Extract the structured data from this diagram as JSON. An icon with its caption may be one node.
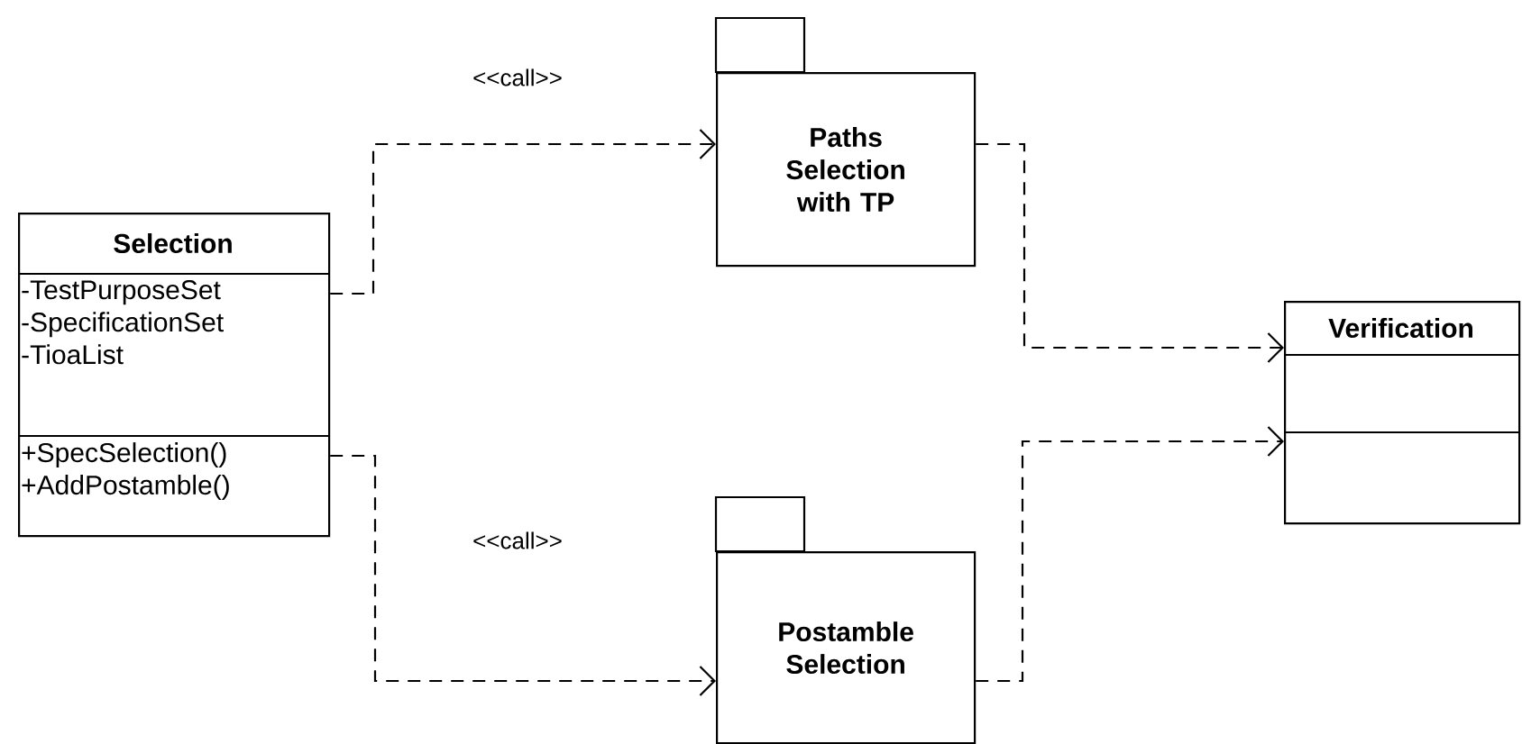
{
  "diagram": {
    "nodes": [
      {
        "text": [
          "Selection",
          "-TestPurposeSet -SpecificationSet -TioaList",
          "+SpecSelection() +AddPostamble()"
        ]
      },
      {
        "text": [
          "Paths Selection with TP"
        ]
      },
      {
        "text": [
          "Postamble Selection"
        ]
      },
      {
        "text": [
          "Verification"
        ]
      }
    ],
    "edges": [
      {
        "from": 0,
        "to": 1,
        "arrow": "to",
        "style": "dashed",
        "label": "<<call>>"
      },
      {
        "from": 0,
        "to": 2,
        "arrow": "to",
        "style": "dashed",
        "label": "<<call>>"
      },
      {
        "from": 1,
        "to": 3,
        "arrow": "to",
        "style": "dashed"
      },
      {
        "from": 2,
        "to": 3,
        "arrow": "to",
        "style": "dashed"
      }
    ]
  }
}
